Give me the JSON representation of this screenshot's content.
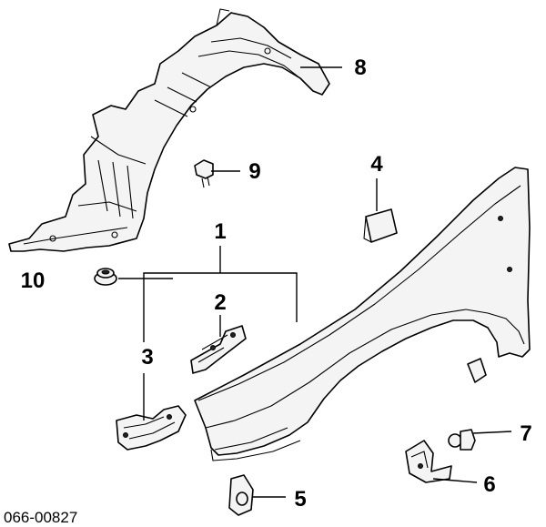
{
  "diagram": {
    "code": "066-00827",
    "callouts": {
      "c1": "1",
      "c2": "2",
      "c3": "3",
      "c4": "4",
      "c5": "5",
      "c6": "6",
      "c7": "7",
      "c8": "8",
      "c9": "9",
      "c10": "10"
    }
  }
}
